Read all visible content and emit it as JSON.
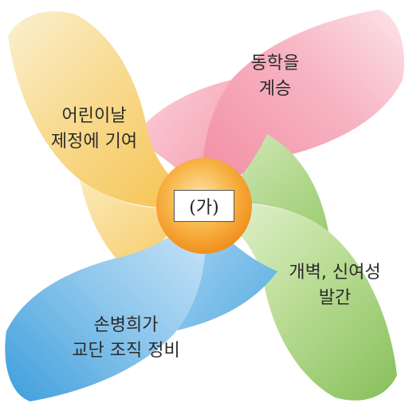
{
  "blades": {
    "top": {
      "line1": "동학을",
      "line2": "계승",
      "color": "#f5a8b8"
    },
    "left": {
      "line1": "어린이날",
      "line2": "제정에 기여",
      "color": "#f7dc8f"
    },
    "right": {
      "line1": "개벽, 신여성",
      "line2": "발간",
      "color": "#b4d98c"
    },
    "bottom": {
      "line1": "손병희가",
      "line2": "교단 조직 정비",
      "color": "#7fbde8"
    }
  },
  "center": {
    "label": "(가)",
    "color": "#f7a733"
  }
}
